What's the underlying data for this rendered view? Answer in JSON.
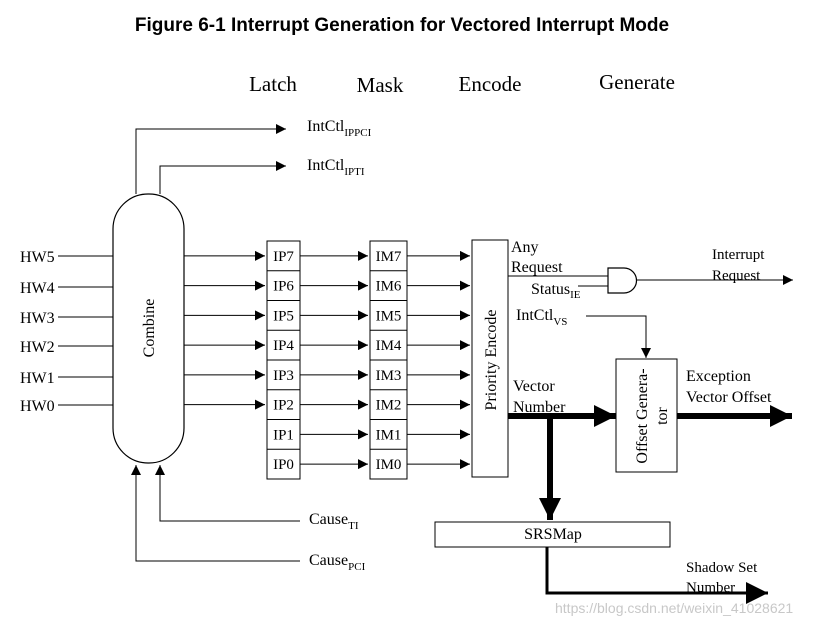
{
  "title": "Figure 6-1  Interrupt Generation for Vectored Interrupt Mode",
  "stages": {
    "latch": "Latch",
    "mask": "Mask",
    "encode": "Encode",
    "generate": "Generate"
  },
  "hw_inputs": [
    "HW5",
    "HW4",
    "HW3",
    "HW2",
    "HW1",
    "HW0"
  ],
  "combine": "Combine",
  "ip_regs": [
    "IP7",
    "IP6",
    "IP5",
    "IP4",
    "IP3",
    "IP2",
    "IP1",
    "IP0"
  ],
  "im_regs": [
    "IM7",
    "IM6",
    "IM5",
    "IM4",
    "IM3",
    "IM2",
    "IM1",
    "IM0"
  ],
  "priority_encode": "Priority Encode",
  "outputs": {
    "intctl_ippci": {
      "base": "IntCtl",
      "sub": "IPPCI"
    },
    "intctl_ipti": {
      "base": "IntCtl",
      "sub": "IPTI"
    },
    "cause_ti": {
      "base": "Cause",
      "sub": "TI"
    },
    "cause_pci": {
      "base": "Cause",
      "sub": "PCI"
    }
  },
  "any_request": [
    "Any",
    "Request"
  ],
  "status_ie": {
    "base": "Status",
    "sub": "IE"
  },
  "interrupt_request": [
    "Interrupt",
    "Request"
  ],
  "intctl_vs": {
    "base": "IntCtl",
    "sub": "VS"
  },
  "vector_number": [
    "Vector",
    "Number"
  ],
  "offset_generator": [
    "Offset Genera-",
    "tor"
  ],
  "exception_vector_offset": [
    "Exception",
    "Vector Offset"
  ],
  "srsmap": "SRSMap",
  "shadow_set_number": [
    "Shadow Set",
    "Number"
  ],
  "watermark": "https://blog.csdn.net/weixin_41028621"
}
